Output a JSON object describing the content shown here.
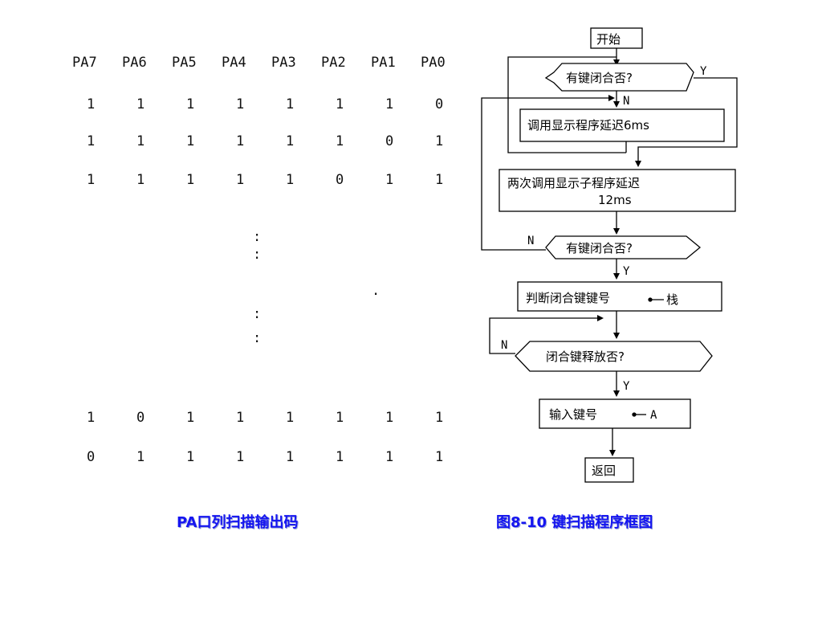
{
  "table": {
    "headers": [
      "PA7",
      "PA6",
      "PA5",
      "PA4",
      "PA3",
      "PA2",
      "PA1",
      "PA0"
    ],
    "top_rows": [
      [
        "1",
        "1",
        "1",
        "1",
        "1",
        "1",
        "1",
        "0"
      ],
      [
        "1",
        "1",
        "1",
        "1",
        "1",
        "1",
        "0",
        "1"
      ],
      [
        "1",
        "1",
        "1",
        "1",
        "1",
        "0",
        "1",
        "1"
      ]
    ],
    "bottom_rows": [
      [
        "1",
        "0",
        "1",
        "1",
        "1",
        "1",
        "1",
        "1"
      ],
      [
        "0",
        "1",
        "1",
        "1",
        "1",
        "1",
        "1",
        "1"
      ]
    ],
    "ellipsis": ":",
    "stray_dot": "."
  },
  "flowchart": {
    "start": "开始",
    "decision1": "有键闭合否?",
    "process1": "调用显示程序延迟6ms",
    "process2_line1": "两次调用显示子程序延迟",
    "process2_line2": "12ms",
    "decision2": "有键闭合否?",
    "process3": "判断闭合键键号",
    "process3_target": "栈",
    "decision3": "闭合键释放否?",
    "process4": "输入键号",
    "process4_target": "A",
    "end": "返回",
    "label_y": "Y",
    "label_n": "N"
  },
  "captions": {
    "left": "PA口列扫描输出码",
    "right": "图8-10  键扫描程序框图"
  }
}
